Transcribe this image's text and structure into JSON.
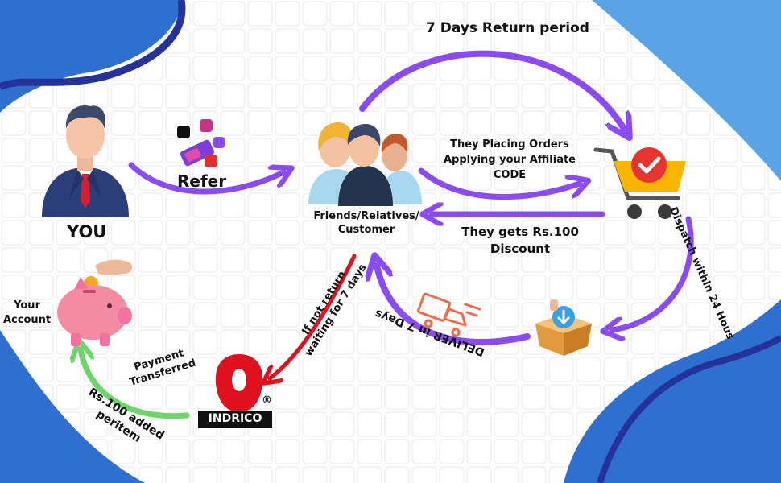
{
  "title": "7 Days Return period",
  "nodes": {
    "you": "YOU",
    "refer": "Refer",
    "friends_line1": "Friends/Relatives/",
    "friends_line2": "Customer",
    "your_account_line1": "Your",
    "your_account_line2": "Account",
    "brand": "INDRICO",
    "brand_mark": "®"
  },
  "steps": {
    "orders_line1": "They Placing Orders",
    "orders_line2": "Applying your Affiliate",
    "orders_line3": "CODE",
    "discount_line1": "They gets Rs.100",
    "discount_line2": "Discount",
    "dispatch": "Dispatch within 24 Hous",
    "deliver": "DELIVER in 7 Days",
    "not_return_line1": "If not return",
    "not_return_line2": "waiting for 7 days",
    "payment_line1": "Payment",
    "payment_line2": "Transferred",
    "added_line1": "Rs.100 added",
    "added_line2": "peritem"
  },
  "colors": {
    "arrow_purple": "#8a4cf2",
    "arrow_red": "#e0101f",
    "arrow_green": "#6fd46a",
    "blob_blue": "#2f6fd0",
    "blob_navy": "#25329a",
    "cart_yellow": "#f7b500",
    "cart_red": "#e8342e"
  },
  "icons": [
    "person-icon",
    "social-media-icon",
    "group-icon",
    "cart-icon",
    "box-icon",
    "truck-icon",
    "piggy-bank-icon",
    "indrico-logo"
  ]
}
